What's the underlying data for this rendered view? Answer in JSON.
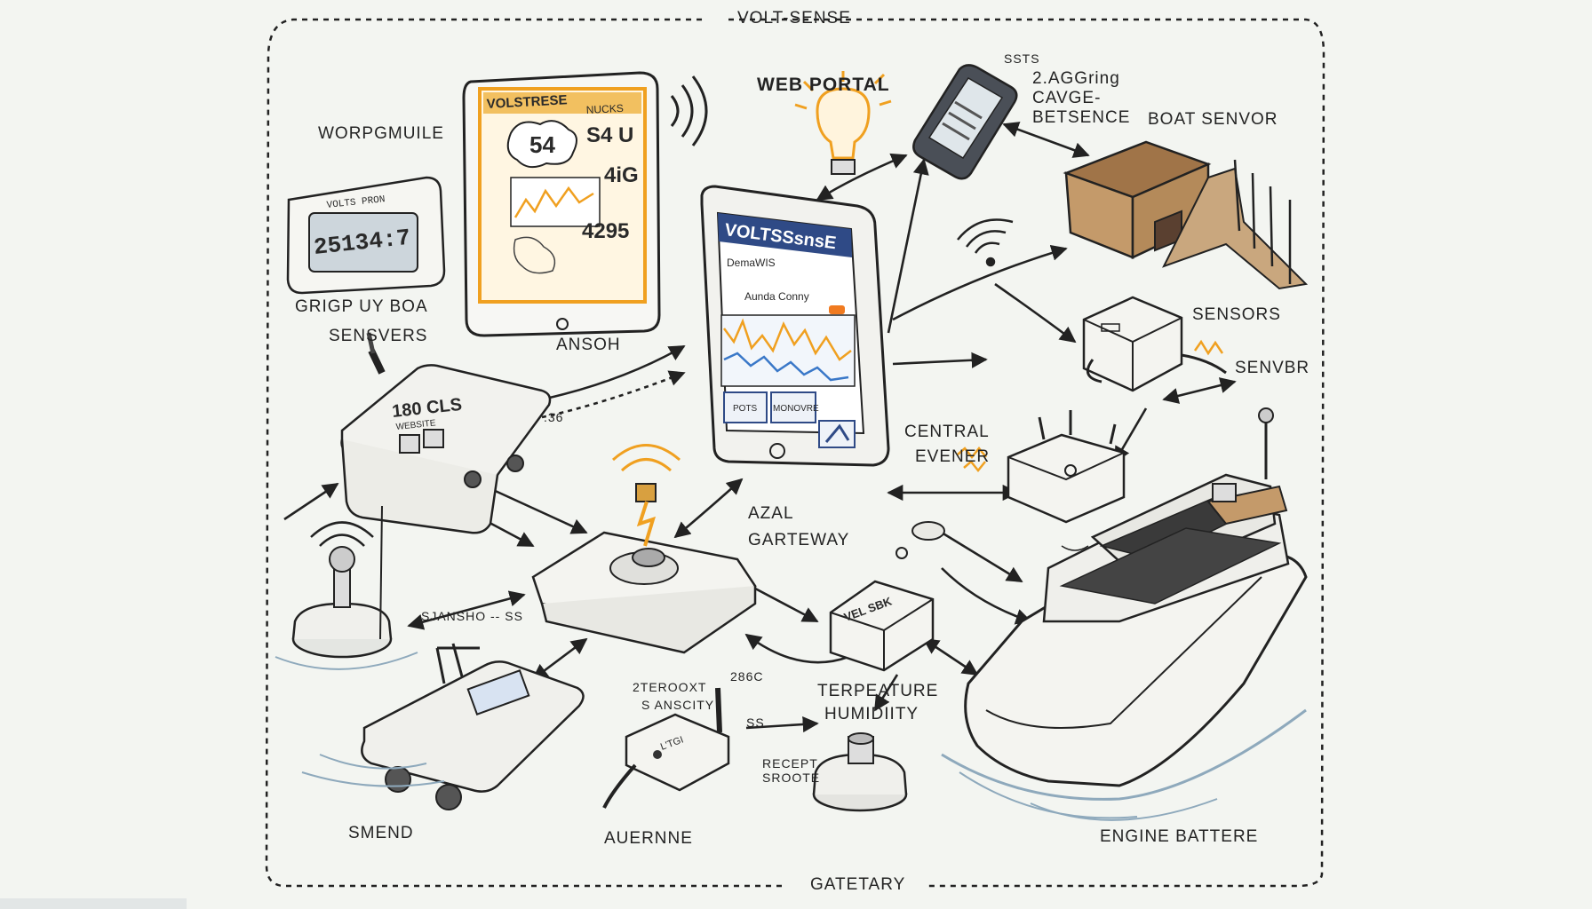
{
  "frame": {
    "title_top": "VOLT-SENSE",
    "title_bottom": "GATETARY"
  },
  "labels": {
    "wordmobile": "WORPGMUILE",
    "display_group": "GRIGP UY BOA",
    "display_group_2": "SENSVERS",
    "web_portal": "WEB PORTAL",
    "sts": "SSTS",
    "aggr_1": "2.AGGring",
    "aggr_2": "CAVGE-",
    "aggr_3": "BETSENCE",
    "boat_sensor": "BOAT SENVOR",
    "sensors": "SENSORS",
    "sensor": "SENVBR",
    "central_1": "CENTRAL",
    "central_2": "EVENER",
    "gateway_1": "AZAL",
    "gateway_2": "GARTEWAY",
    "sansoh": "ANSOH",
    "range_36": ".36",
    "jansho": "SJANSHO -- SS",
    "zeroboxt_1": "2TEROOXT",
    "zeroboxt_2": "S ANSCITY",
    "num_286": "286C",
    "temp_1": "TERPEATURE",
    "temp_2": "HUMIDIITY",
    "small_cap": "SS",
    "recept_1": "RECEPT",
    "recept_2": "SROOTE",
    "smend": "SMEND",
    "auernne": "AUERNNE",
    "engine_battery": "ENGINE BATTERE"
  },
  "devices": {
    "mini_display": {
      "header": "VOLTS PRON",
      "reading": "25134:7"
    },
    "tablet_left": {
      "title": "VOLSTRESE",
      "subtitle": "NUCKS",
      "readout_a": "54",
      "readout_b": "S4 U",
      "readout_c": "4iG",
      "readout_d": "4295"
    },
    "tablet_center": {
      "title": "VOLTSSsnsE",
      "row_1": "DemaWIS",
      "row_2": "Aunda Conny",
      "btn_left": "POTS",
      "btn_mid": "MONOVRE"
    },
    "router": {
      "readout": "180 CLS",
      "sub": "WEBSITE"
    },
    "small_sensor": {
      "readout": "VEL SBK"
    },
    "handheld": {
      "readout": "L'TGI"
    }
  },
  "colors": {
    "accent": "#f0a020",
    "ink": "#222222",
    "chart_blue": "#3a78c8",
    "screen_blue": "#d8e3f2",
    "water": "#8ea9bc",
    "wood": "#b48a5a",
    "paper": "#f3f5f1"
  }
}
